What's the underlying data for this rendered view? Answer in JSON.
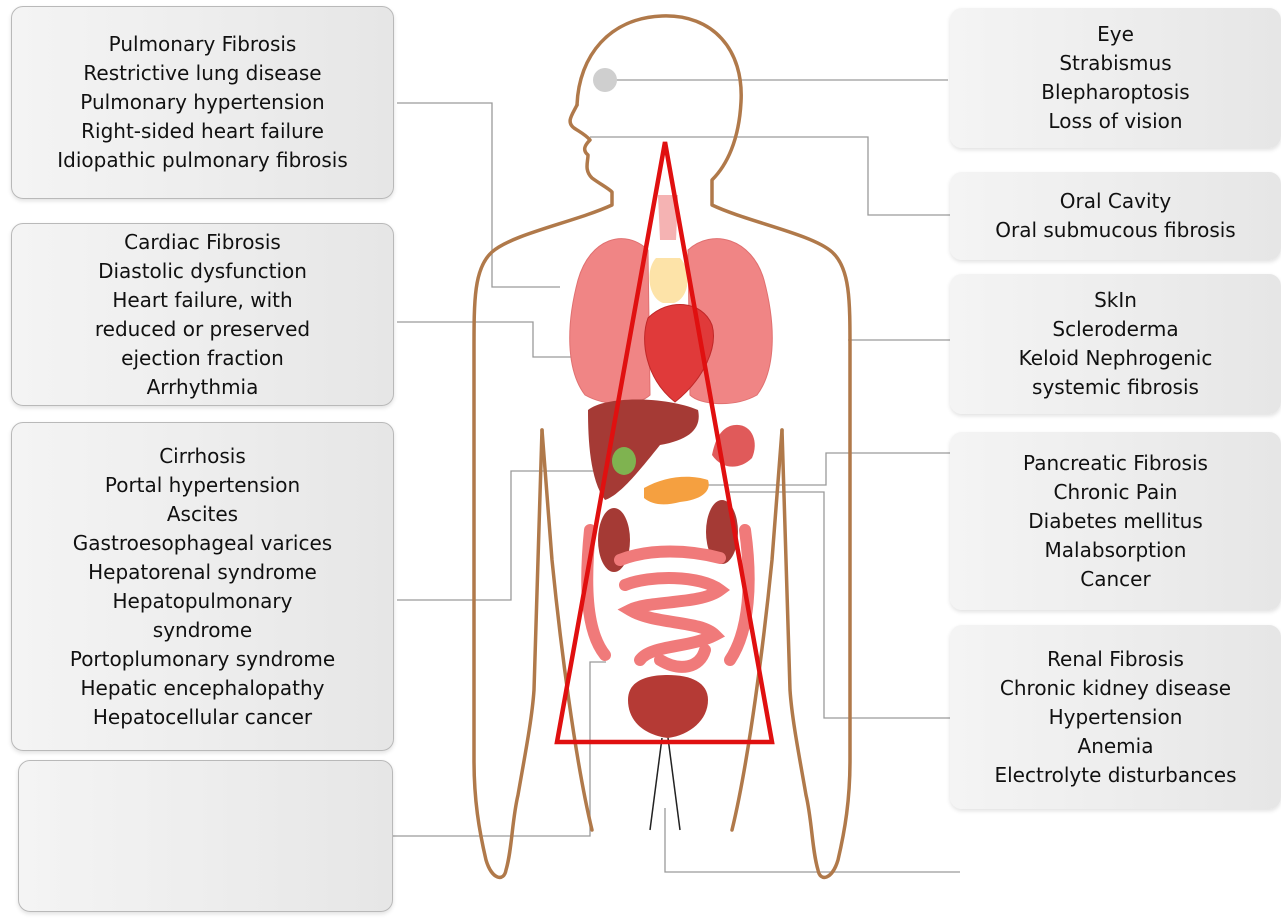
{
  "callouts": {
    "pulmonary": [
      "Pulmonary Fibrosis",
      "Restrictive lung disease",
      "Pulmonary hypertension",
      "Right-sided heart failure",
      "Idiopathic pulmonary fibrosis"
    ],
    "cardiac": [
      "Cardiac Fibrosis",
      "Diastolic dysfunction",
      "Heart failure, with",
      "reduced or preserved",
      "ejection fraction",
      "Arrhythmia"
    ],
    "liver": [
      "Cirrhosis",
      "Portal hypertension",
      "Ascites",
      "Gastroesophageal varices",
      "Hepatorenal syndrome",
      "Hepatopulmonary",
      "syndrome",
      "Portoplumonary syndrome",
      "Hepatic encephalopathy",
      "Hepatocellular cancer"
    ],
    "empty_box": [],
    "eye": [
      "Eye",
      "Strabismus",
      "Blepharoptosis",
      "Loss of vision"
    ],
    "oral": [
      "Oral Cavity",
      "Oral submucous fibrosis"
    ],
    "skin": [
      "SkIn",
      "Scleroderma",
      "Keloid Nephrogenic",
      "systemic fibrosis"
    ],
    "pancreatic": [
      "Pancreatic Fibrosis",
      "Chronic Pain",
      "Diabetes mellitus",
      "Malabsorption",
      "Cancer"
    ],
    "renal": [
      "Renal Fibrosis",
      "Chronic kidney disease",
      "Hypertension",
      "Anemia",
      "Electrolyte disturbances"
    ]
  },
  "colors": {
    "body_outline": "#b0794a",
    "triangle": "#e01010",
    "connector": "#9a9a9a",
    "lung": "#f08585",
    "heart": "#e03a3a",
    "liver": "#a53a35",
    "intestine": "#f07a7a",
    "pancreas": "#f5a040",
    "gallbladder": "#7fb350",
    "thyroid": "#fde3a8",
    "bladder": "#b53a35"
  }
}
